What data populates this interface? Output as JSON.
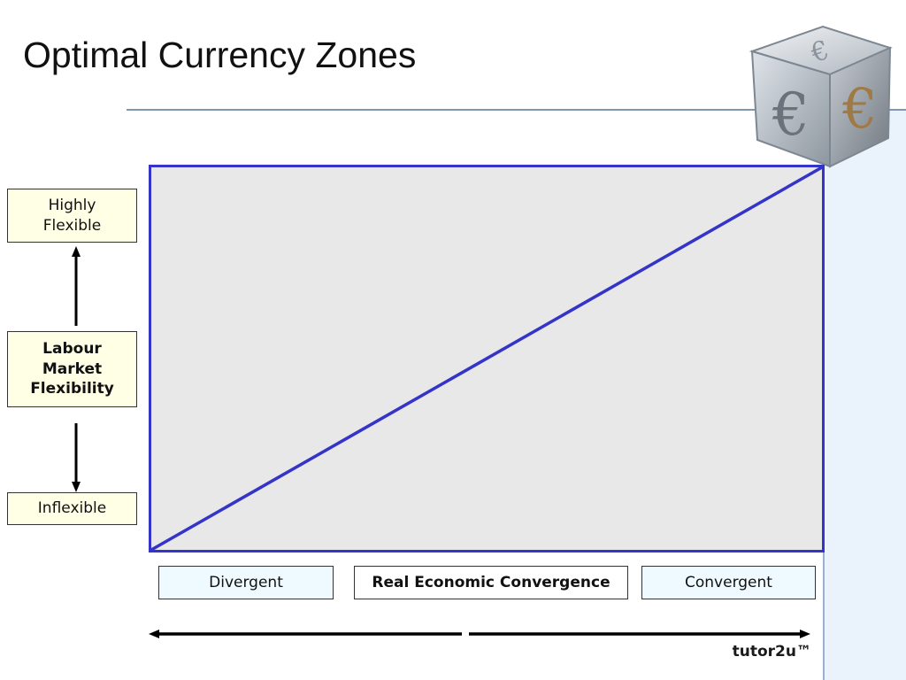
{
  "slide": {
    "title": "Optimal Currency Zones",
    "brand": "tutor2u™"
  },
  "y_axis": {
    "top_label": "Highly Flexible",
    "axis_label": "Labour Market Flexibility",
    "bottom_label": "Inflexible"
  },
  "x_axis": {
    "left_label": "Divergent",
    "axis_label": "Real Economic Convergence",
    "right_label": "Convergent"
  },
  "logo": {
    "icon": "euro-cube-icon",
    "symbol": "€"
  },
  "colors": {
    "frame": "#3434c8",
    "plot_fill": "#e8e8e8",
    "y_label_fill": "#ffffe6",
    "x_label_fill": "#eefaff",
    "side_panel": "#eaf2fb"
  }
}
